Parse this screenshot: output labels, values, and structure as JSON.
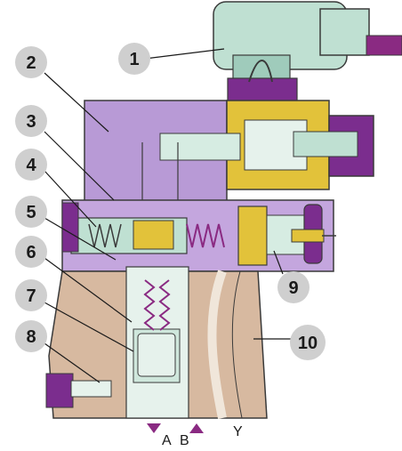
{
  "callouts": [
    "1",
    "2",
    "3",
    "4",
    "5",
    "6",
    "7",
    "8",
    "9",
    "10"
  ],
  "ports": [
    "A",
    "B",
    "Y"
  ],
  "colors": {
    "connector": "#bfe0d2",
    "cable": "#8a2a82",
    "pilot_body": "#b89ad6",
    "main_body": "#d7b9a0",
    "coil": "#e2c23a",
    "channel": "#e6f2ec",
    "bubble": "#cfcfcf",
    "violet_part": "#7b2d8e"
  },
  "icons": [
    "connector-plug",
    "solenoid-coil",
    "pressure-adjust-knob",
    "spring",
    "port-triangle"
  ]
}
